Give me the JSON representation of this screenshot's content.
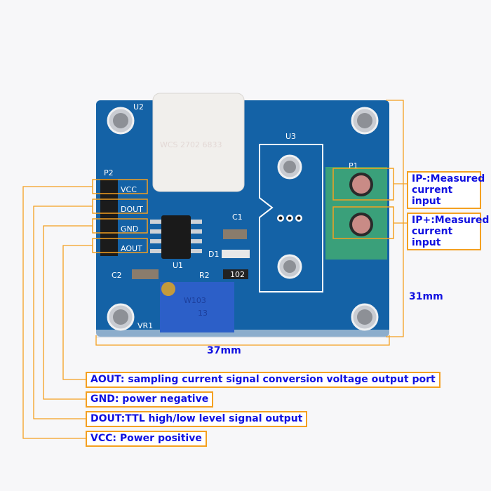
{
  "board": {
    "silkscreen": {
      "u2": "U2",
      "u3": "U3",
      "p2": "P2",
      "p1": "P1",
      "u1": "U1",
      "c1": "C1",
      "c2": "C2",
      "d1": "D1",
      "r2": "R2",
      "vr1": "VR1",
      "r2_code": "102",
      "pot_code": "W103",
      "pot_code2": "13",
      "chip_text": "WCS 2702 6833"
    },
    "pins": [
      "VCC",
      "DOUT",
      "GND",
      "AOUT"
    ],
    "colors": {
      "pcb": "#1462a6",
      "annotation_line": "#f4a020",
      "annotation_text": "#1010e0",
      "terminal": "#3aa07a"
    }
  },
  "annotations": {
    "aout": "AOUT: sampling current signal conversion voltage output port",
    "gnd": "GND: power negative",
    "dout": "DOUT:TTL high/low level signal output",
    "vcc": "VCC: Power positive",
    "ip_minus": "IP-:Measured current input",
    "ip_plus": "IP+:Measured current input"
  },
  "dimensions": {
    "width": "37mm",
    "height": "31mm"
  }
}
